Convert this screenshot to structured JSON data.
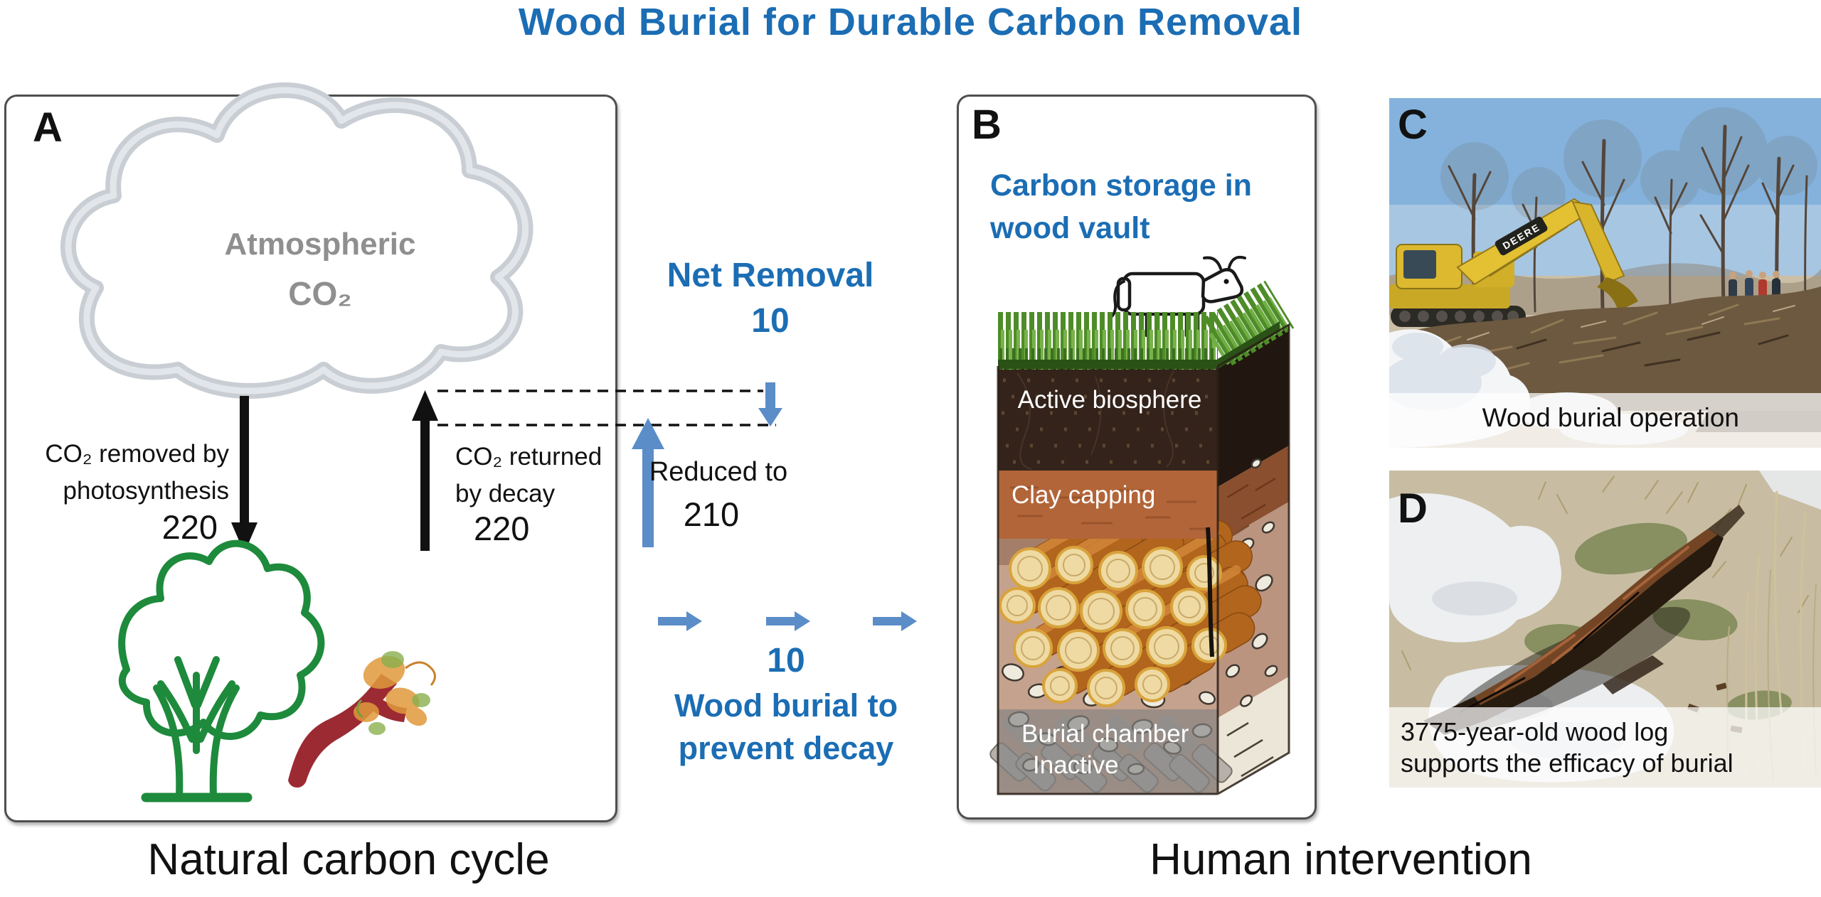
{
  "title": "Wood Burial for Durable Carbon Removal",
  "colors": {
    "title_blue": "#1b6db4",
    "flow_arrow_blue": "#5b8dc8",
    "black": "#111111",
    "cloud_text_gray": "#8f8f8f",
    "tree_green": "#1e8a3c",
    "decaying_wood_red": "#9c2a33",
    "clay_orange": "#b26539",
    "soil_dark_brown": "#33231a",
    "burial_gray": "#838383"
  },
  "panel_a": {
    "label": "A",
    "cloud": {
      "line1": "Atmospheric",
      "line2": "CO₂"
    },
    "photosynthesis": {
      "line1": "CO₂ removed by",
      "line2": "photosynthesis",
      "value": "220"
    },
    "decay": {
      "line1": "CO₂ returned",
      "line2": "by decay",
      "value": "220"
    },
    "caption": "Natural carbon cycle"
  },
  "flows": {
    "net_removal": {
      "label": "Net Removal",
      "value": "10"
    },
    "reduced": {
      "label": "Reduced to",
      "value": "210"
    },
    "burial": {
      "value": "10",
      "line1": "Wood burial to",
      "line2": "prevent decay"
    }
  },
  "panel_b": {
    "label": "B",
    "heading": {
      "line1": "Carbon storage in",
      "line2": "wood vault"
    },
    "layers": {
      "active": "Active biosphere",
      "clay": "Clay capping",
      "chamber": "Burial chamber",
      "state": "Inactive"
    },
    "caption": "Human intervention"
  },
  "panel_c": {
    "label": "C",
    "caption": "Wood burial operation",
    "machine_brand": "DEERE"
  },
  "panel_d": {
    "label": "D",
    "caption": {
      "line1": "3775-year-old wood log",
      "line2": "supports the efficacy of burial"
    }
  }
}
